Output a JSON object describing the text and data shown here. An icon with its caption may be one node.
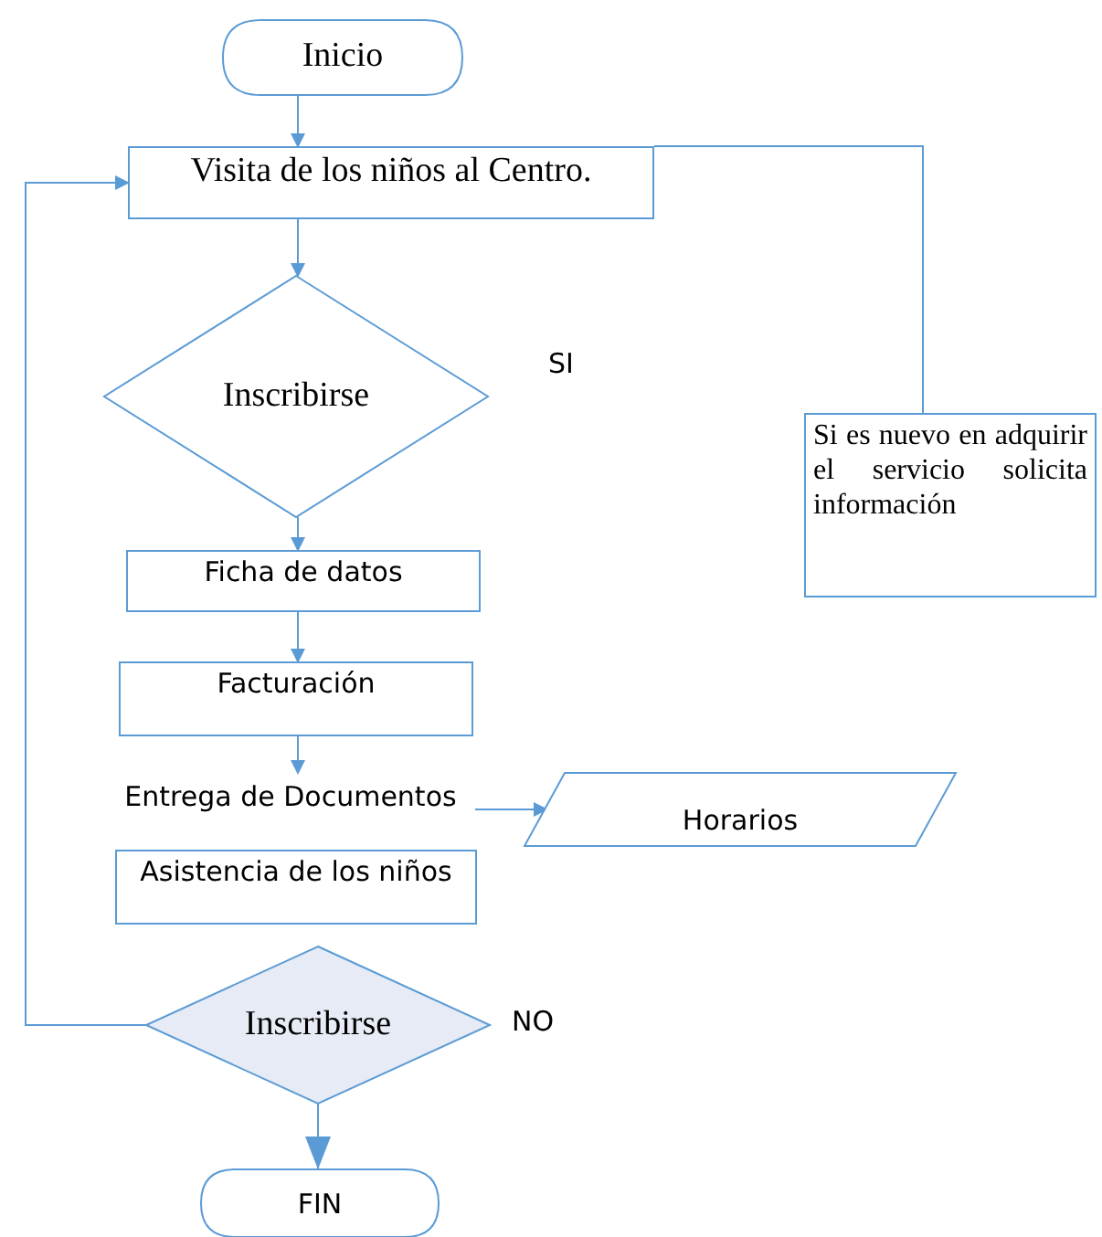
{
  "diagram": {
    "nodes": [
      {
        "text": [
          "Inicio"
        ]
      },
      {
        "text": [
          "Visita de los niños al Centro."
        ]
      },
      {
        "text": [
          "Inscribirse"
        ],
        "beside": [
          "SI"
        ]
      },
      {
        "text": [
          "Ficha de datos"
        ]
      },
      {
        "text": [
          "Facturación"
        ]
      },
      {
        "text": [
          "Entrega de Documentos"
        ]
      },
      {
        "text": [
          "Horarios"
        ]
      },
      {
        "text": [
          "Asistencia de los niños"
        ]
      },
      {
        "text": [
          "Inscribirse"
        ],
        "beside": [
          "NO"
        ]
      },
      {
        "text": [
          "FIN"
        ]
      },
      {
        "text": [
          "Si es nuevo en adquirir el servicio solicita información"
        ]
      }
    ],
    "edges": [
      {
        "from": 0,
        "to": 1,
        "arrow": "to"
      },
      {
        "from": 1,
        "to": 2,
        "arrow": "to"
      },
      {
        "from": 2,
        "to": 3,
        "arrow": "to"
      },
      {
        "from": 3,
        "to": 4,
        "arrow": "to"
      },
      {
        "from": 4,
        "to": 5,
        "arrow": "to"
      },
      {
        "from": 5,
        "to": 6,
        "arrow": "to"
      },
      {
        "from": 8,
        "to": 1,
        "arrow": "to"
      },
      {
        "from": 8,
        "to": 9,
        "arrow": "to"
      },
      {
        "from": 1,
        "to": 10,
        "arrow": "none"
      }
    ]
  }
}
